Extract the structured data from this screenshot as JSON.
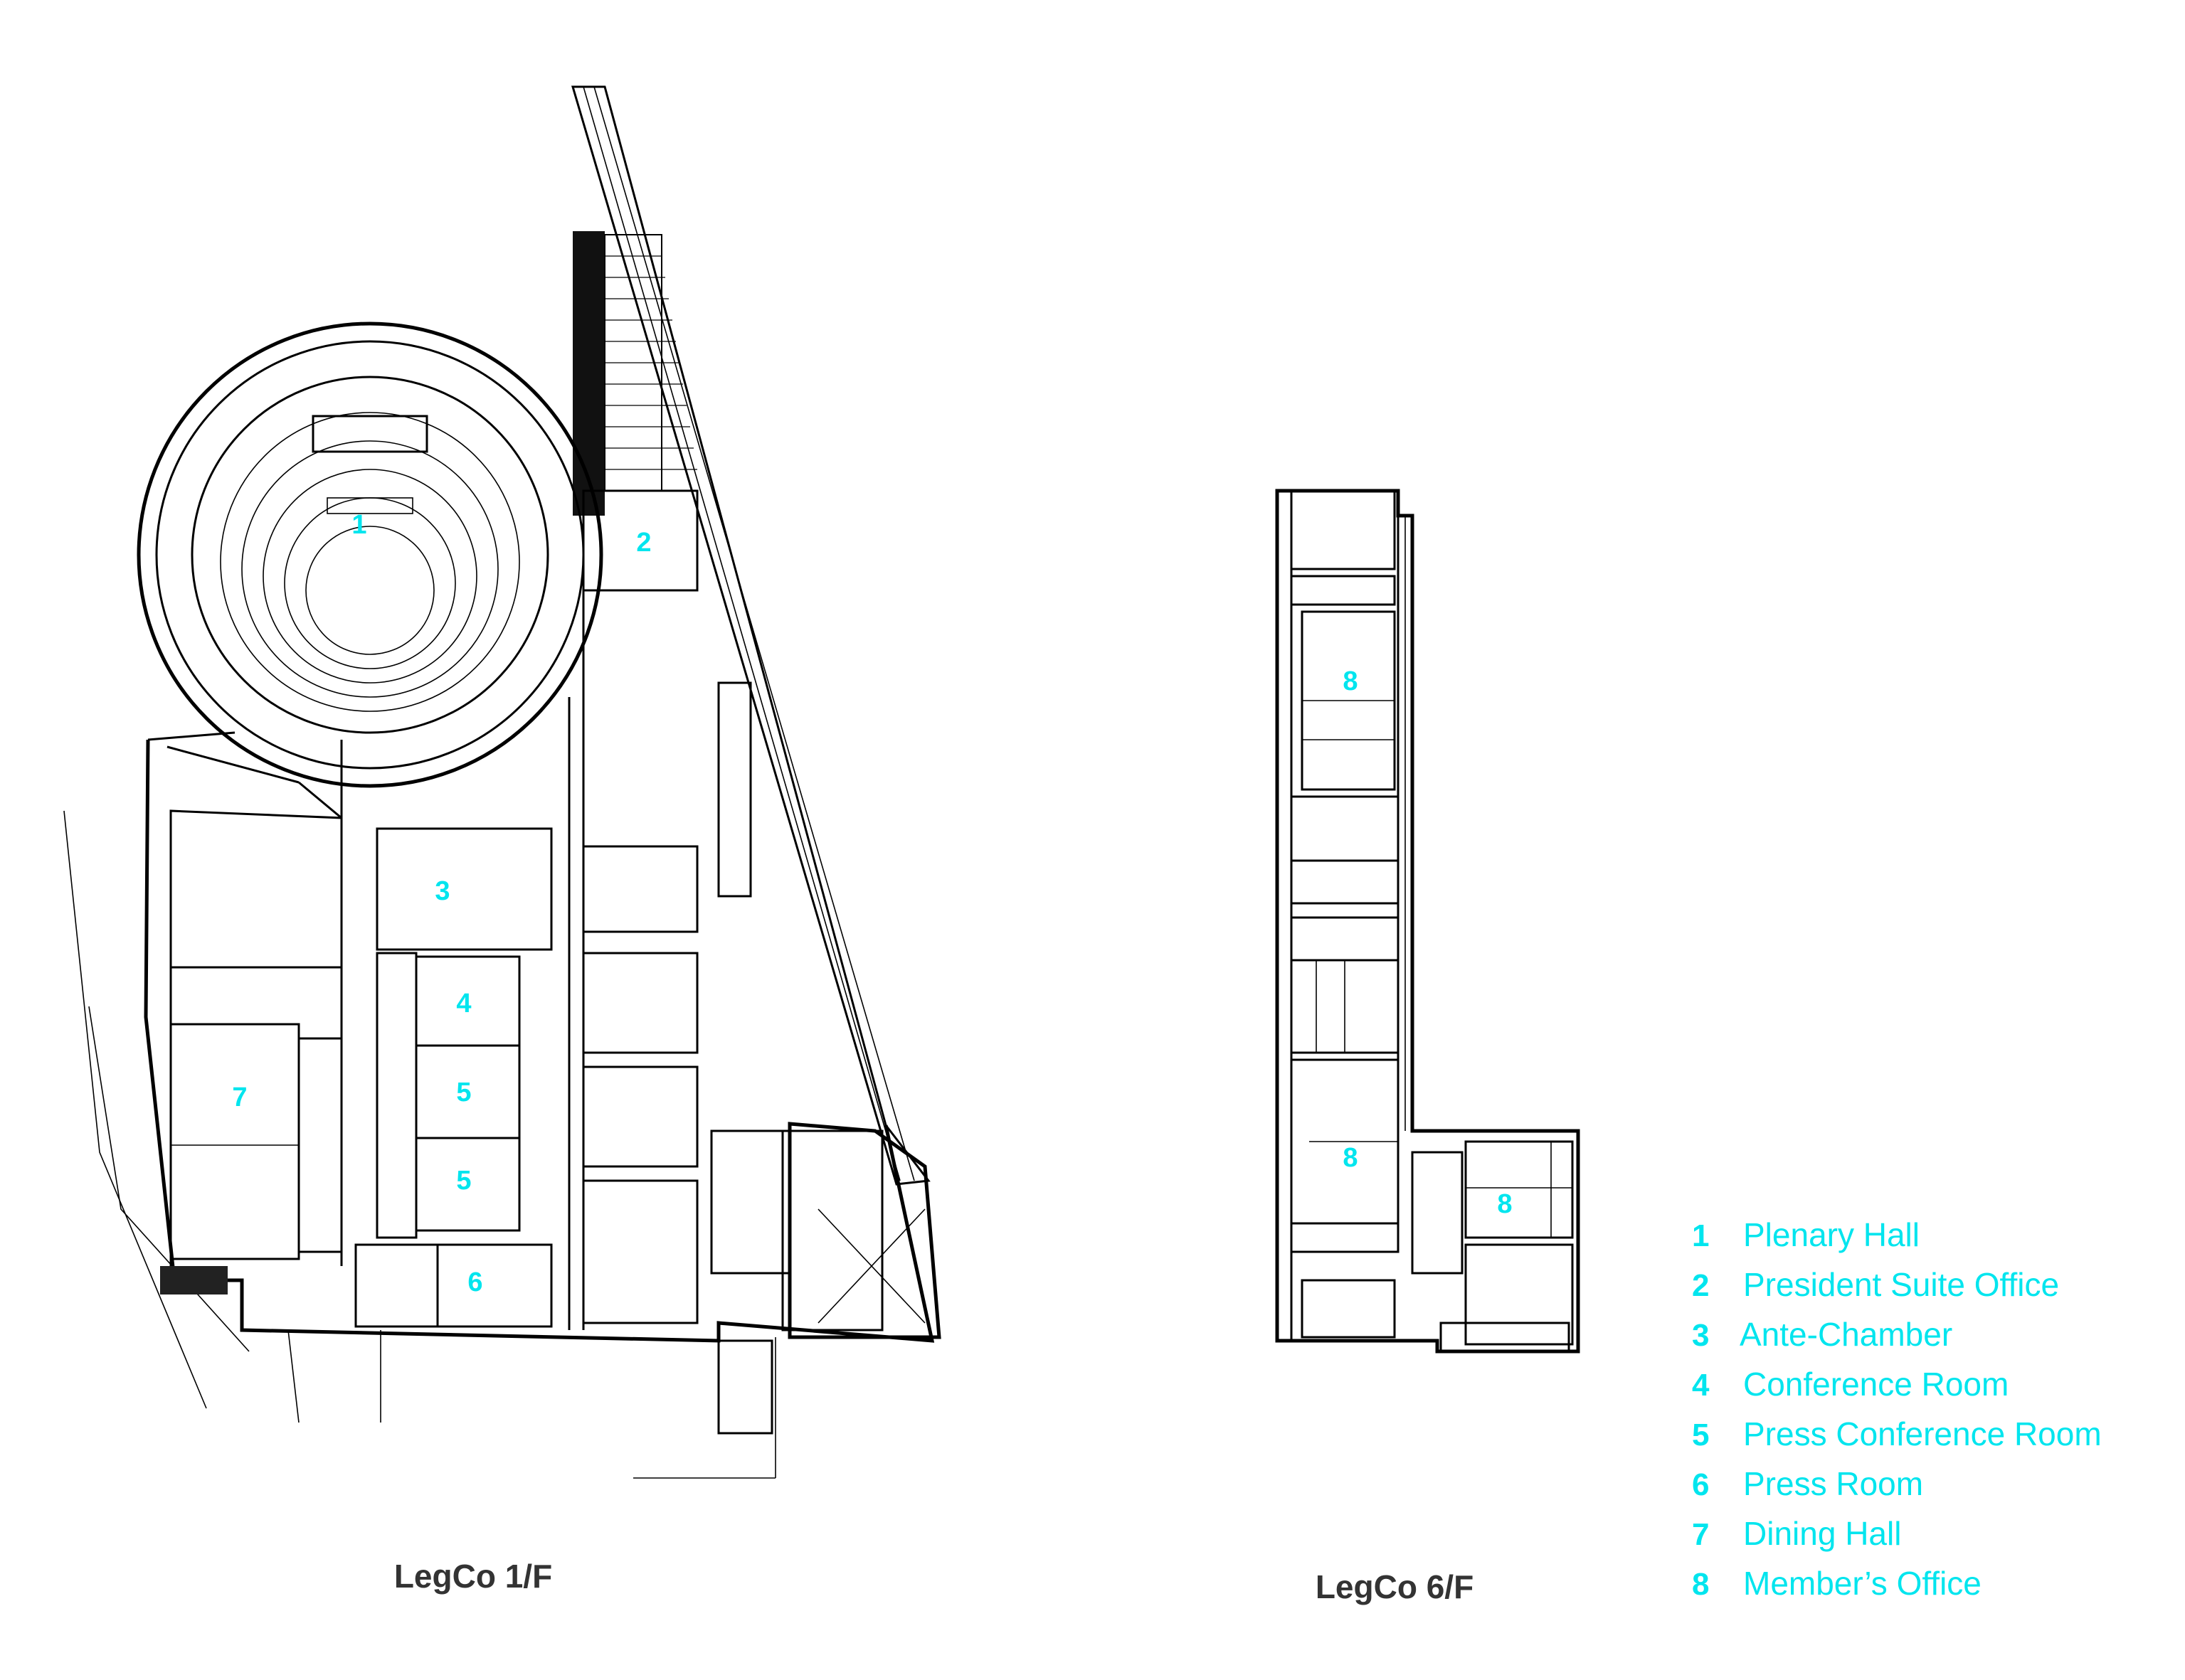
{
  "plans": [
    {
      "id": "first-floor",
      "title": "LegCo 1/F"
    },
    {
      "id": "sixth-floor",
      "title": "LegCo 6/F"
    }
  ],
  "room_markers": [
    {
      "num": "1",
      "plan": "first-floor"
    },
    {
      "num": "2",
      "plan": "first-floor"
    },
    {
      "num": "3",
      "plan": "first-floor"
    },
    {
      "num": "4",
      "plan": "first-floor"
    },
    {
      "num": "5",
      "plan": "first-floor"
    },
    {
      "num": "5",
      "plan": "first-floor"
    },
    {
      "num": "6",
      "plan": "first-floor"
    },
    {
      "num": "7",
      "plan": "first-floor"
    },
    {
      "num": "8",
      "plan": "sixth-floor"
    },
    {
      "num": "8",
      "plan": "sixth-floor"
    },
    {
      "num": "8",
      "plan": "sixth-floor"
    }
  ],
  "legend": [
    {
      "num": "1",
      "label": "Plenary Hall"
    },
    {
      "num": "2",
      "label": "President Suite Office"
    },
    {
      "num": "3",
      "label": "Ante-Chamber"
    },
    {
      "num": "4",
      "label": "Conference Room"
    },
    {
      "num": "5",
      "label": "Press Conference Room"
    },
    {
      "num": "6",
      "label": "Press Room"
    },
    {
      "num": "7",
      "label": "Dining Hall"
    },
    {
      "num": "8",
      "label": "Member’s Office"
    }
  ],
  "colors": {
    "accent": "#00e5ee",
    "line": "#000000",
    "title": "#333333"
  }
}
